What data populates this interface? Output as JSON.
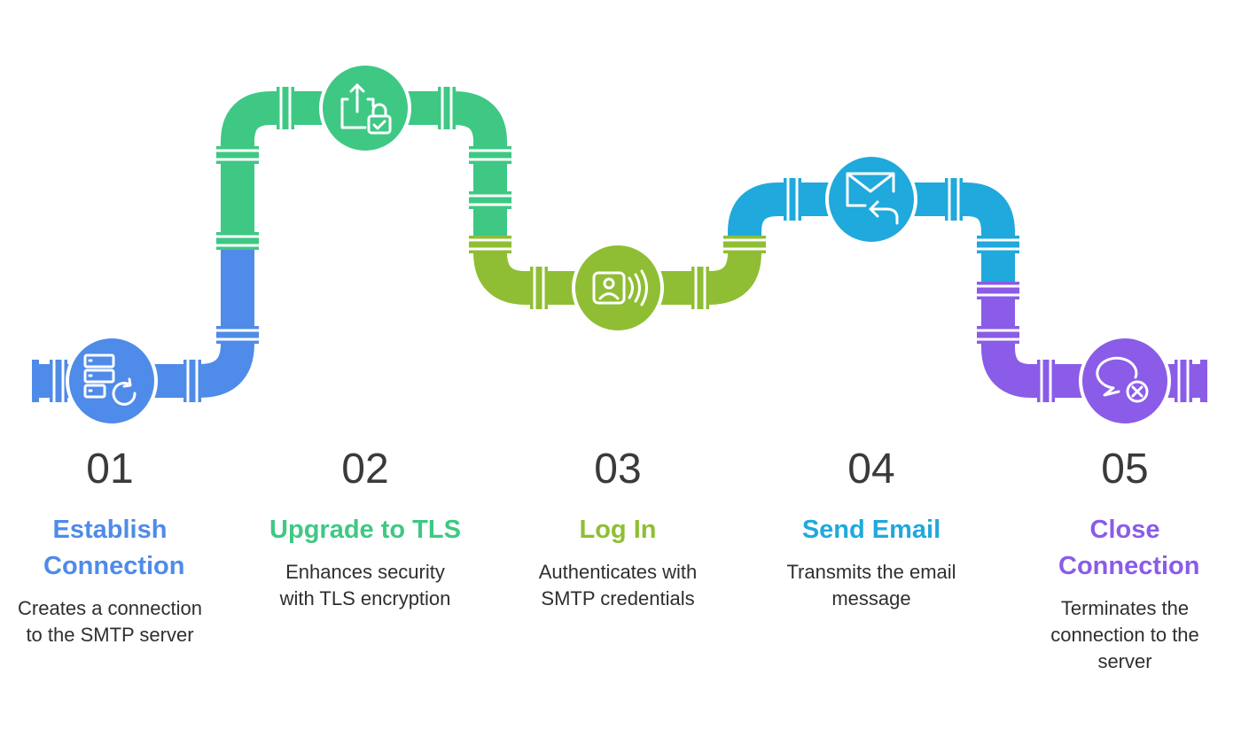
{
  "colors": {
    "step1": "#4f8be8",
    "step2": "#3ec884",
    "step3": "#8fbe34",
    "step4": "#1fa9dc",
    "step5": "#8a5ce8"
  },
  "steps": [
    {
      "number": "01",
      "title": "Establish Connection",
      "description": "Creates a connection to the SMTP server",
      "icon": "server-refresh-icon"
    },
    {
      "number": "02",
      "title": "Upgrade to TLS",
      "description": "Enhances security with TLS encryption",
      "icon": "upload-lock-icon"
    },
    {
      "number": "03",
      "title": "Log In",
      "description": "Authenticates with SMTP credentials",
      "icon": "contactless-id-icon"
    },
    {
      "number": "04",
      "title": "Send Email",
      "description": "Transmits the email message",
      "icon": "mail-reply-icon"
    },
    {
      "number": "05",
      "title": "Close Connection",
      "description": "Terminates the connection to the server",
      "icon": "chat-close-icon"
    }
  ]
}
